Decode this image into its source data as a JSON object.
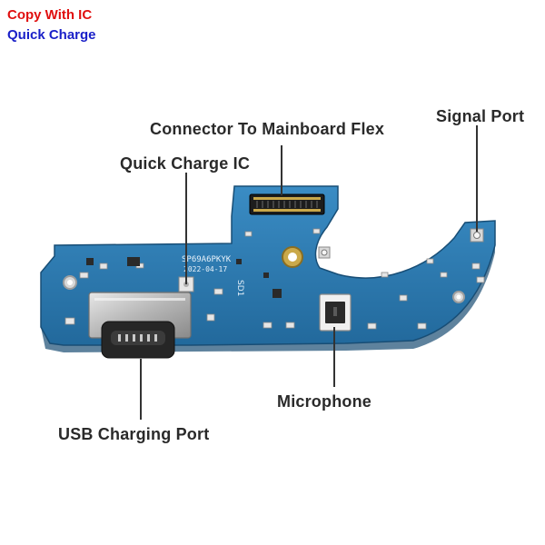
{
  "header": {
    "line1": "Copy With IC",
    "line2": "Quick Charge"
  },
  "callouts": {
    "connector": "Connector To Mainboard Flex",
    "quick_charge_ic": "Quick Charge IC",
    "signal_port": "Signal Port",
    "microphone": "Microphone",
    "usb_port": "USB Charging Port"
  },
  "silkscreen": {
    "code": "SP69A6PKYK",
    "date": "2022-04-17",
    "ref": "SD1"
  },
  "colors": {
    "pcb": "#2f7fb6",
    "pcb_dark": "#1f5f8e",
    "header_red": "#e01010",
    "header_blue": "#1a20c8",
    "label_text": "#2a2a2a",
    "leader_line": "#333333"
  }
}
